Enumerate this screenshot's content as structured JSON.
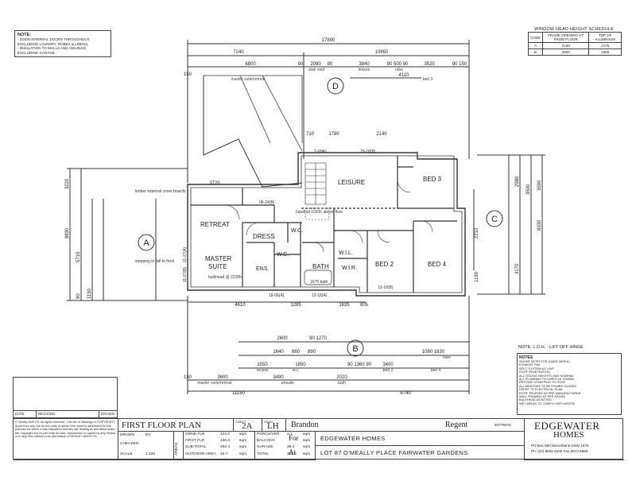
{
  "notes": {
    "title": "NOTE:",
    "lines": [
      "- 2340H INTERNAL DOORS THROUGHOUT,",
      "  EXCLUDING LAUNDRY, ROBES & LINENS.",
      "- INSULATION TO WALLS AND CEILINGS,",
      "  EXCLUDING GARAGE."
    ]
  },
  "window_schedule": {
    "title": "WINDOW HEAD HEIGHT SCHEDULE",
    "headers": [
      "CODE",
      "FRAME OPENING HT FROM FLOOR",
      "TOP OF ALUMINIUM"
    ],
    "rows": [
      [
        "A",
        "2150",
        "2175"
      ],
      [
        "B",
        "2900",
        "2365"
      ]
    ]
  },
  "rooms": {
    "leisure": "LEISURE",
    "bed3": "BED 3",
    "retreat": "RETREAT",
    "dress": "DRESS",
    "wc1": "W.C.",
    "wc2": "W.C.",
    "master": "MASTER",
    "suite": "SUITE",
    "ens": "ENS.",
    "bath": "BATH",
    "wil": "W.I.L.",
    "wir": "W.I.R.",
    "bed2": "BED 2",
    "bed4": "BED 4"
  },
  "markers": {
    "a": "A",
    "b": "B",
    "c": "C",
    "d": "D"
  },
  "dims": {
    "top_total": "17890",
    "top_7240": "7240",
    "top_10650": "10650",
    "top_150": "150",
    "top_6800": "6800",
    "top_90a": "90",
    "top_2090": "2090",
    "top_90b": "90",
    "top_3840": "3840",
    "top_90500": "90 500 90",
    "top_3520": "3520",
    "top_90150": "90 150",
    "top_4110": "4110",
    "top_lbl_master": "master suite/retreat",
    "top_lbl_void": "stair void",
    "top_lbl_leisure": "leisure",
    "top_lbl_robe": "robe",
    "top_lbl_bed3": "bed 3",
    "d_710": "710",
    "d_1780": "1780",
    "d_2140": "2140",
    "d_3720": "3720",
    "d_4610": "4610",
    "d_1285": "1285",
    "d_1635": "1635",
    "d_805": "805",
    "l_3220": "3220",
    "l_8830": "8830",
    "l_5710": "5710",
    "l_90": "90",
    "l_1150": "1150",
    "r_2980": "2980",
    "r_8330": "8330",
    "r_3170": "3170",
    "r_2210": "2210",
    "r_1190": "1190",
    "r_3500": "3500",
    "r_3590": "3590",
    "b_2600": "2600",
    "b_90_1270": "90 1270",
    "b_1640": "1640",
    "b_960": "960",
    "b_890": "890",
    "b_1550": "1550",
    "b_1850": "1850",
    "b_1080_1830": "1080 1830",
    "b_90_1360_90": "90 1360 90",
    "b_3400": "3400",
    "b_3490": "3490",
    "b_150": "150",
    "b_3600": "3600",
    "b_2020": "2020",
    "b_11150": "11150",
    "b_6740": "6740",
    "b_lbl_master": "master suite/retreat",
    "b_lbl_ensuite": "ensuite",
    "b_lbl_bath": "bath",
    "b_lbl_bed2": "bed 2",
    "b_lbl_bed4": "bed 4",
    "b_lbl_recess": "recess",
    "b_lbl_wc": "w.c.",
    "b_lbl_robe": "robe"
  },
  "plan_notes": {
    "ext_cover": "timber external cover boards",
    "bulkhead": "bulkhead @ 2230h",
    "handrail": "handrail 1020h above floor",
    "stepping": "stepping to fall to front",
    "bath_note": "1675 bath"
  },
  "windows": [
    "2-(WA)",
    "15-18(B)",
    "06-24(B)",
    "18-06(A)",
    "12-18(A)",
    "12-18(B)",
    "11-27(A)",
    "11-27(B)"
  ],
  "lifting_note": "NOTE: L.O.H. - LIFT OFF HINGE",
  "legend": {
    "title": "NOTES",
    "items": [
      "SMOKE DETECTOR (HARD WIRED)",
      "EXHAUST FAN",
      "SPLIT SYSTEM A/C UNIT",
      "ROOF PENETRATION",
      "ALL CEILING HEIGHTS 2440 NOMINAL",
      "ALL PLUMBING FIXTURES AS SHOWN",
      "PROVIDE STRAPPING TO ROOF",
      "ALL WINDOWS TO BE DOUBLE GLAZED",
      "REFER TO ELECTRICAL PLAN",
      "ROOF TRUSSES AS PER MANUFACTURER",
      "WALL FRAMING AS PER AS1684",
      "BULKHEAD AS NOTED",
      "WET AREAS TO COMPLY WITH AS3740"
    ]
  },
  "revision": {
    "headers": [
      "DATE",
      "REVISION",
      "DRAWN"
    ]
  },
  "copyright": "© Henley Arch P/L  All rights reserved - this set of drawings is COPYRIGHT. Apart from any use by the party to whom this report is addressed for the purpose for which it was requested and any fair dealing as permitted under the Copyright Act no part may be sold, reproduced or copied by any means or in any form without prior permission of HENLEY ARCH P/L.",
  "title_block": {
    "plan_title": "FIRST FLOOR PLAN",
    "sheet_label": "SHEET",
    "sheet": "2A",
    "hand_label": "HAND",
    "hand": "LH",
    "drawn_label": "DRAWN",
    "drawn": "DV",
    "checked_label": "CHECKED",
    "checked": "",
    "scale_label": "SCALE",
    "scale": "1:100",
    "areas_label": "AREAS",
    "areas": [
      [
        "GRND FLR",
        "122.0",
        "sqm"
      ],
      [
        "FIRST FLR",
        "130.4",
        "sqm"
      ],
      [
        "SUB-TOTAL",
        "252.4",
        "sqm"
      ],
      [
        "OUTDOOR AREA",
        "10.7",
        "sqm"
      ]
    ],
    "areas2": [
      [
        "PORCH/VER",
        "3.1",
        "sqm"
      ],
      [
        "BALCONY",
        "",
        "sqm"
      ],
      [
        "GARAGE",
        "38.4",
        "sqm"
      ],
      [
        "TOTAL",
        "302.2",
        "sqm"
      ]
    ],
    "client": "Brandon",
    "design": "Regent",
    "job_no": "6077997N",
    "for_label": "For",
    "for_value": "EDGEWATER HOMES",
    "at_label": "At",
    "at_value": "LOT 87 O'MEALLY PLACE FAIRWATER GARDENS",
    "brand": "EDGEWATER",
    "brand2": "HOMES",
    "address": "PO Box 550 Moorebank NSW 1875",
    "phone": "Ph: (02) 8602 6100  Fax 9673 5560"
  }
}
